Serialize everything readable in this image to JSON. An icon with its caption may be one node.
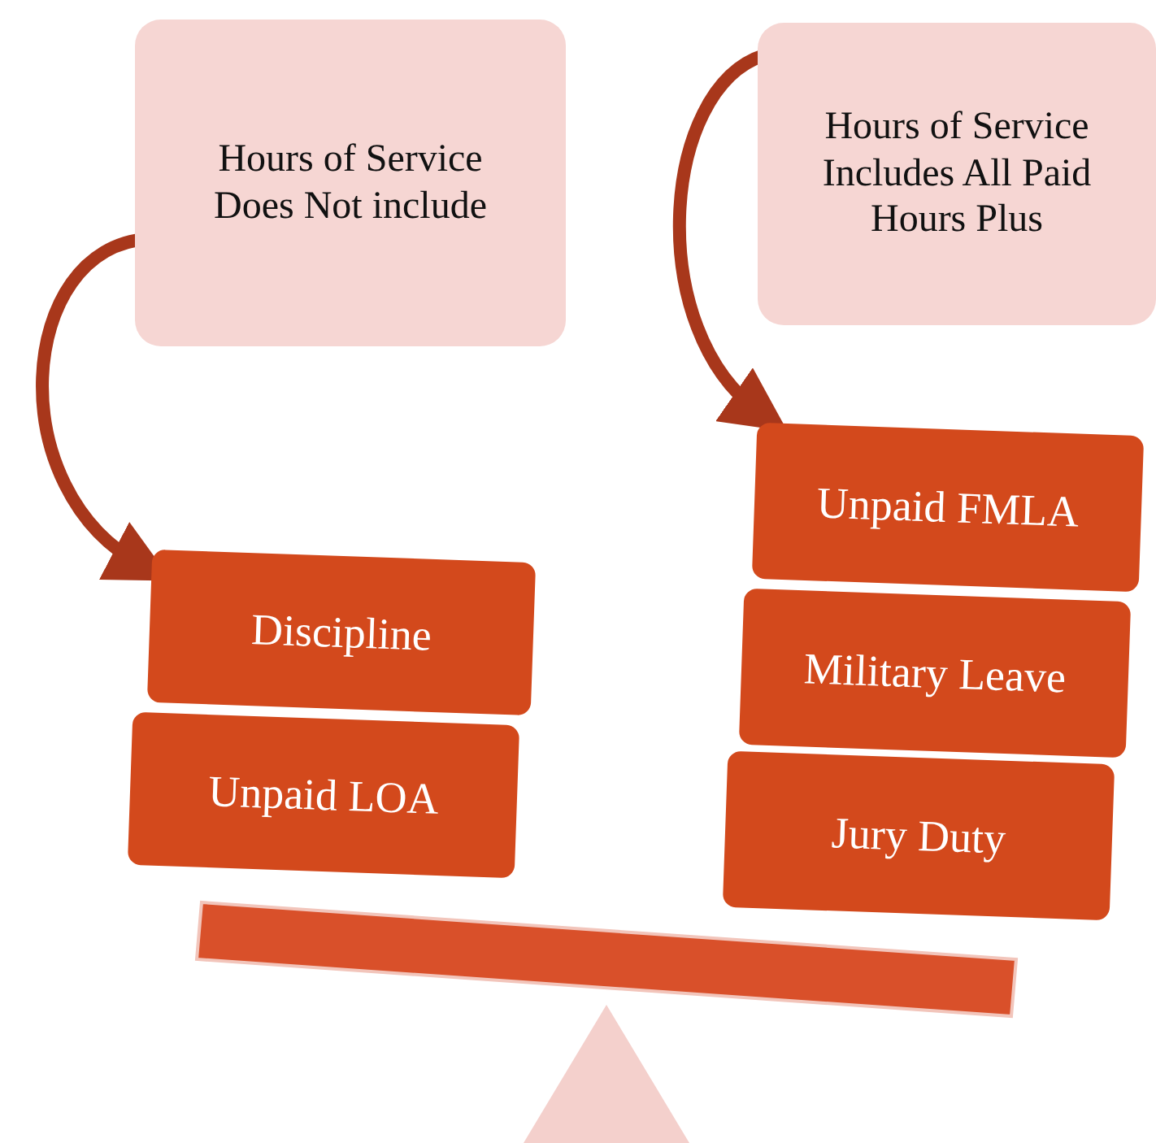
{
  "diagram": {
    "nodes": [
      {
        "text": [
          "Hours of Service Does Not include"
        ]
      },
      {
        "text": [
          "Hours of Service Includes All Paid Hours Plus"
        ]
      },
      {
        "text": [
          "Discipline"
        ]
      },
      {
        "text": [
          "Unpaid LOA"
        ]
      },
      {
        "text": [
          "Unpaid FMLA"
        ]
      },
      {
        "text": [
          "Military Leave"
        ]
      },
      {
        "text": [
          "Jury Duty"
        ]
      }
    ],
    "edges": [
      {
        "from": 0,
        "to": 2,
        "arrow": "to"
      },
      {
        "from": 1,
        "to": 4,
        "arrow": "to"
      }
    ]
  }
}
